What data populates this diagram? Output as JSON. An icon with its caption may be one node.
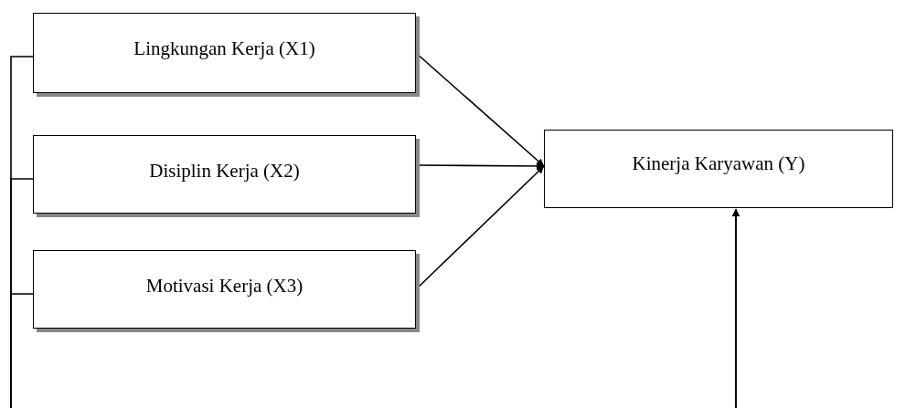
{
  "diagram": {
    "nodes": [
      {
        "text": [
          "Lingkungan Kerja (X1)"
        ]
      },
      {
        "text": [
          "Disiplin Kerja (X2)"
        ]
      },
      {
        "text": [
          "Motivasi Kerja (X3)"
        ]
      },
      {
        "text": [
          "Kinerja Karyawan (Y)"
        ]
      }
    ],
    "edges": [
      {
        "from": 0,
        "to": 3,
        "arrow": "to"
      },
      {
        "from": 1,
        "to": 3,
        "arrow": "to"
      },
      {
        "from": 2,
        "to": 3,
        "arrow": "to"
      },
      {
        "from": 0,
        "to": 3,
        "arrow": "to"
      },
      {
        "from": 1,
        "to": 3,
        "arrow": "to"
      },
      {
        "from": 2,
        "to": 3,
        "arrow": "to"
      }
    ]
  }
}
